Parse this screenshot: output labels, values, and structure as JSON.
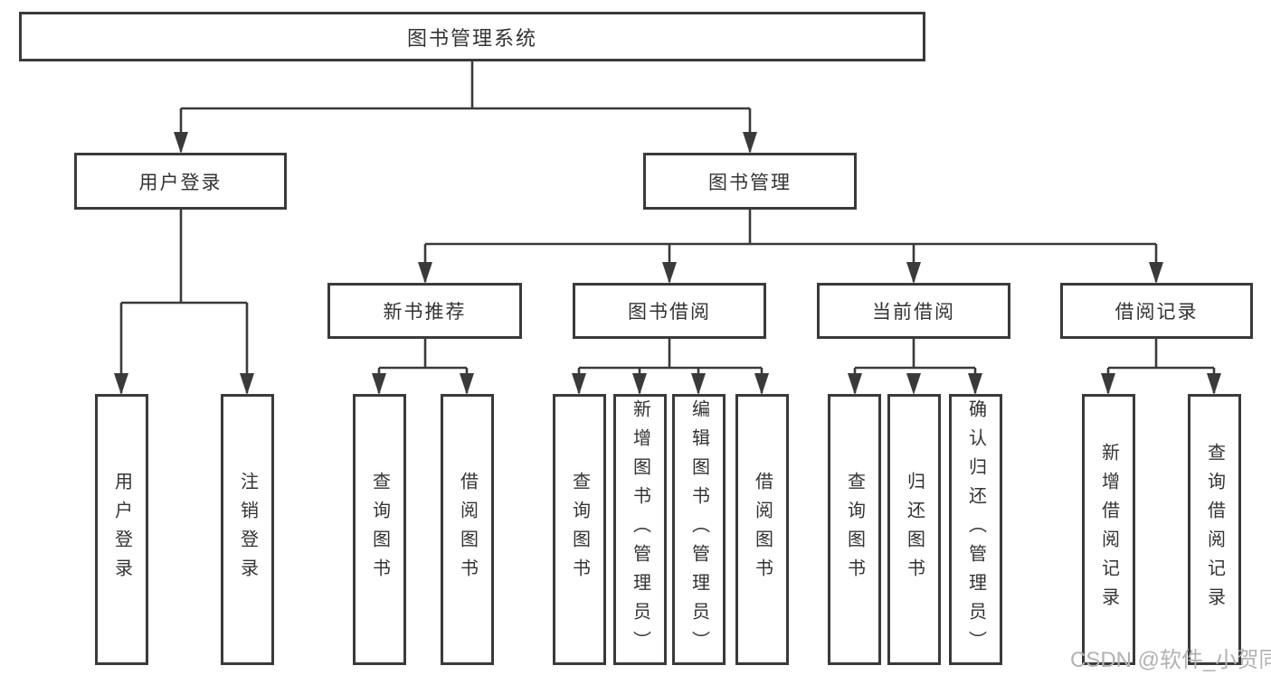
{
  "tree": {
    "root": {
      "label": "图书管理系统",
      "children": [
        {
          "label": "用户登录",
          "children": [
            {
              "label": "用户登录"
            },
            {
              "label": "注销登录"
            }
          ]
        },
        {
          "label": "图书管理",
          "children": [
            {
              "label": "新书推荐",
              "children": [
                {
                  "label": "查询图书"
                },
                {
                  "label": "借阅图书"
                }
              ]
            },
            {
              "label": "图书借阅",
              "children": [
                {
                  "label": "查询图书"
                },
                {
                  "label": "新增图书（管理员）"
                },
                {
                  "label": "编辑图书（管理员）"
                },
                {
                  "label": "借阅图书"
                }
              ]
            },
            {
              "label": "当前借阅",
              "children": [
                {
                  "label": "查询图书"
                },
                {
                  "label": "归还图书"
                },
                {
                  "label": "确认归还（管理员）"
                }
              ]
            },
            {
              "label": "借阅记录",
              "children": [
                {
                  "label": "新增借阅记录"
                },
                {
                  "label": "查询借阅记录"
                }
              ]
            }
          ]
        }
      ]
    }
  },
  "watermark": {
    "text": "CSDN @软件_小贺同学"
  },
  "colors": {
    "line": "#3a3a3a",
    "text": "#333333",
    "watermark": "#b2b2b2",
    "background": "#ffffff"
  }
}
